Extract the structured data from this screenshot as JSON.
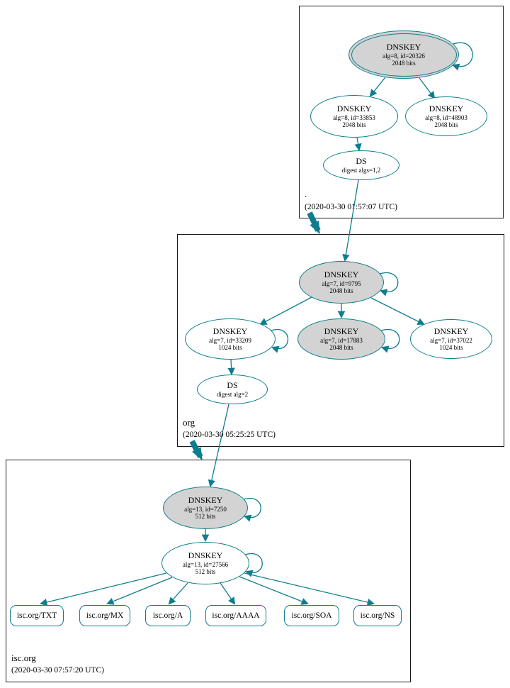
{
  "colors": {
    "edge": "#0d7d8d",
    "sep_fill": "#d3d3d3"
  },
  "zones": {
    "root": {
      "label": ".",
      "timestamp": "(2020-03-30 01:57:07 UTC)",
      "ksk": {
        "type": "DNSKEY",
        "alg": "alg=8, id=20326",
        "size": "2048 bits"
      },
      "zsk1": {
        "type": "DNSKEY",
        "alg": "alg=8, id=33853",
        "size": "2048 bits"
      },
      "zsk2": {
        "type": "DNSKEY",
        "alg": "alg=8, id=48903",
        "size": "2048 bits"
      },
      "ds": {
        "type": "DS",
        "digest": "digest algs=1,2"
      }
    },
    "org": {
      "label": "org",
      "timestamp": "(2020-03-30 05:25:25 UTC)",
      "ksk": {
        "type": "DNSKEY",
        "alg": "alg=7, id=9795",
        "size": "2048 bits"
      },
      "zsk1": {
        "type": "DNSKEY",
        "alg": "alg=7, id=33209",
        "size": "1024 bits"
      },
      "ksk2": {
        "type": "DNSKEY",
        "alg": "alg=7, id=17883",
        "size": "2048 bits"
      },
      "zsk2": {
        "type": "DNSKEY",
        "alg": "alg=7, id=37022",
        "size": "1024 bits"
      },
      "ds": {
        "type": "DS",
        "digest": "digest alg=2"
      }
    },
    "isc": {
      "label": "isc.org",
      "timestamp": "(2020-03-30 07:57:20 UTC)",
      "ksk": {
        "type": "DNSKEY",
        "alg": "alg=13, id=7250",
        "size": "512 bits"
      },
      "zsk": {
        "type": "DNSKEY",
        "alg": "alg=13, id=27566",
        "size": "512 bits"
      },
      "rrsets": [
        {
          "label": "isc.org/TXT"
        },
        {
          "label": "isc.org/MX"
        },
        {
          "label": "isc.org/A"
        },
        {
          "label": "isc.org/AAAA"
        },
        {
          "label": "isc.org/SOA"
        },
        {
          "label": "isc.org/NS"
        }
      ]
    }
  }
}
